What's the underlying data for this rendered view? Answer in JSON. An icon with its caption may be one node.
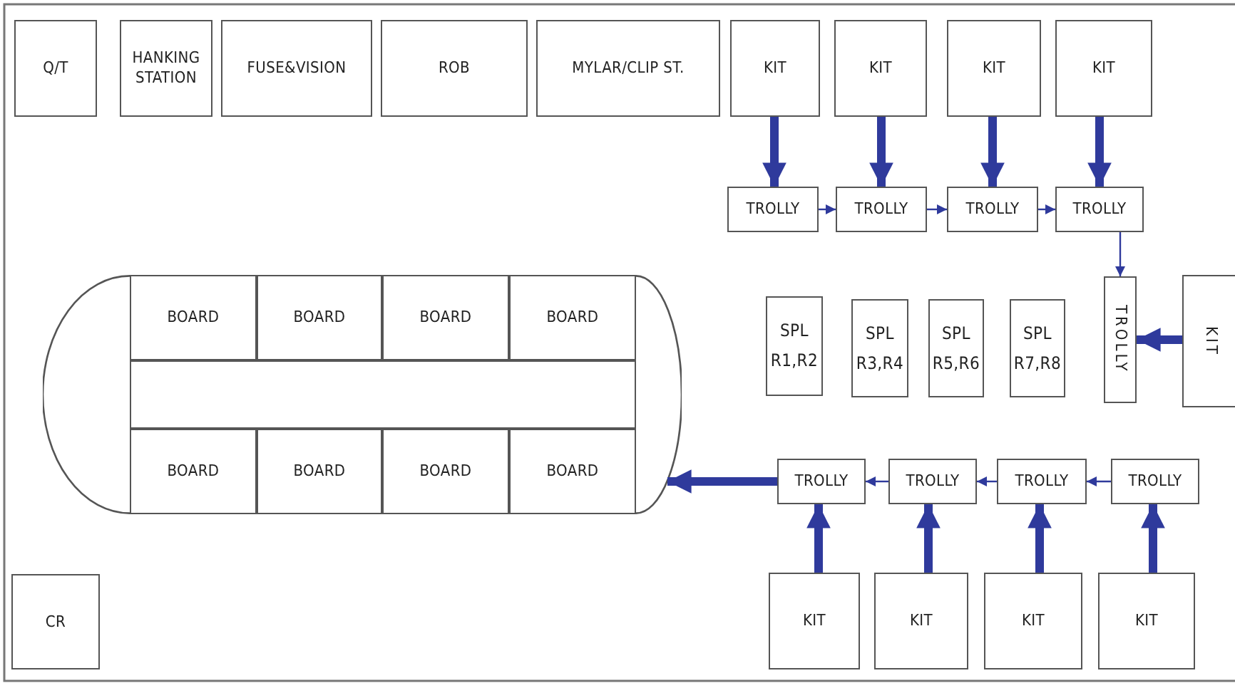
{
  "diagram": {
    "nodes": [
      {
        "text": [
          "Q/T"
        ]
      },
      {
        "text": [
          "HANKING STATION"
        ]
      },
      {
        "text": [
          "FUSE&VISION"
        ]
      },
      {
        "text": [
          "ROB"
        ]
      },
      {
        "text": [
          "MYLAR/CLIP ST."
        ]
      },
      {
        "text": [
          "KIT"
        ]
      },
      {
        "text": [
          "KIT"
        ]
      },
      {
        "text": [
          "KIT"
        ]
      },
      {
        "text": [
          "KIT"
        ]
      },
      {
        "text": [
          "TROLLY"
        ]
      },
      {
        "text": [
          "TROLLY"
        ]
      },
      {
        "text": [
          "TROLLY"
        ]
      },
      {
        "text": [
          "TROLLY"
        ]
      },
      {
        "text": [
          "TROLLY"
        ]
      },
      {
        "text": [
          "KIT"
        ]
      },
      {
        "text": [],
        "shape": "stadium"
      },
      {
        "text": [
          "BOARD"
        ],
        "in": 15
      },
      {
        "text": [
          "BOARD"
        ],
        "in": 15
      },
      {
        "text": [
          "BOARD"
        ],
        "in": 15
      },
      {
        "text": [
          "BOARD"
        ],
        "in": 15
      },
      {
        "text": [],
        "shape": "bar",
        "in": 15
      },
      {
        "text": [
          "BOARD"
        ],
        "in": 15
      },
      {
        "text": [
          "BOARD"
        ],
        "in": 15
      },
      {
        "text": [
          "BOARD"
        ],
        "in": 15
      },
      {
        "text": [
          "BOARD"
        ],
        "in": 15
      },
      {
        "text": [
          "SPL",
          "R1,R2"
        ]
      },
      {
        "text": [
          "SPL",
          "R3,R4"
        ]
      },
      {
        "text": [
          "SPL",
          "R5,R6"
        ]
      },
      {
        "text": [
          "SPL",
          "R7,R8"
        ]
      },
      {
        "text": [
          "TROLLY"
        ]
      },
      {
        "text": [
          "TROLLY"
        ]
      },
      {
        "text": [
          "TROLLY"
        ]
      },
      {
        "text": [
          "TROLLY"
        ]
      },
      {
        "text": [
          "KIT"
        ]
      },
      {
        "text": [
          "KIT"
        ]
      },
      {
        "text": [
          "KIT"
        ]
      },
      {
        "text": [
          "KIT"
        ]
      },
      {
        "text": [
          "CR"
        ]
      }
    ],
    "edges": [
      {
        "from": 5,
        "to": 9,
        "arrow": "to"
      },
      {
        "from": 6,
        "to": 10,
        "arrow": "to"
      },
      {
        "from": 7,
        "to": 11,
        "arrow": "to"
      },
      {
        "from": 8,
        "to": 12,
        "arrow": "to"
      },
      {
        "from": 9,
        "to": 10,
        "arrow": "to"
      },
      {
        "from": 10,
        "to": 11,
        "arrow": "to"
      },
      {
        "from": 11,
        "to": 12,
        "arrow": "to"
      },
      {
        "from": 12,
        "to": 13,
        "arrow": "to"
      },
      {
        "from": 14,
        "to": 13,
        "arrow": "to"
      },
      {
        "from": 32,
        "to": 31,
        "arrow": "to"
      },
      {
        "from": 31,
        "to": 30,
        "arrow": "to"
      },
      {
        "from": 30,
        "to": 29,
        "arrow": "to"
      },
      {
        "from": 29,
        "to": 15,
        "arrow": "to"
      },
      {
        "from": 33,
        "to": 29,
        "arrow": "to"
      },
      {
        "from": 34,
        "to": 30,
        "arrow": "to"
      },
      {
        "from": 35,
        "to": 31,
        "arrow": "to"
      },
      {
        "from": 36,
        "to": 32,
        "arrow": "to"
      }
    ]
  }
}
